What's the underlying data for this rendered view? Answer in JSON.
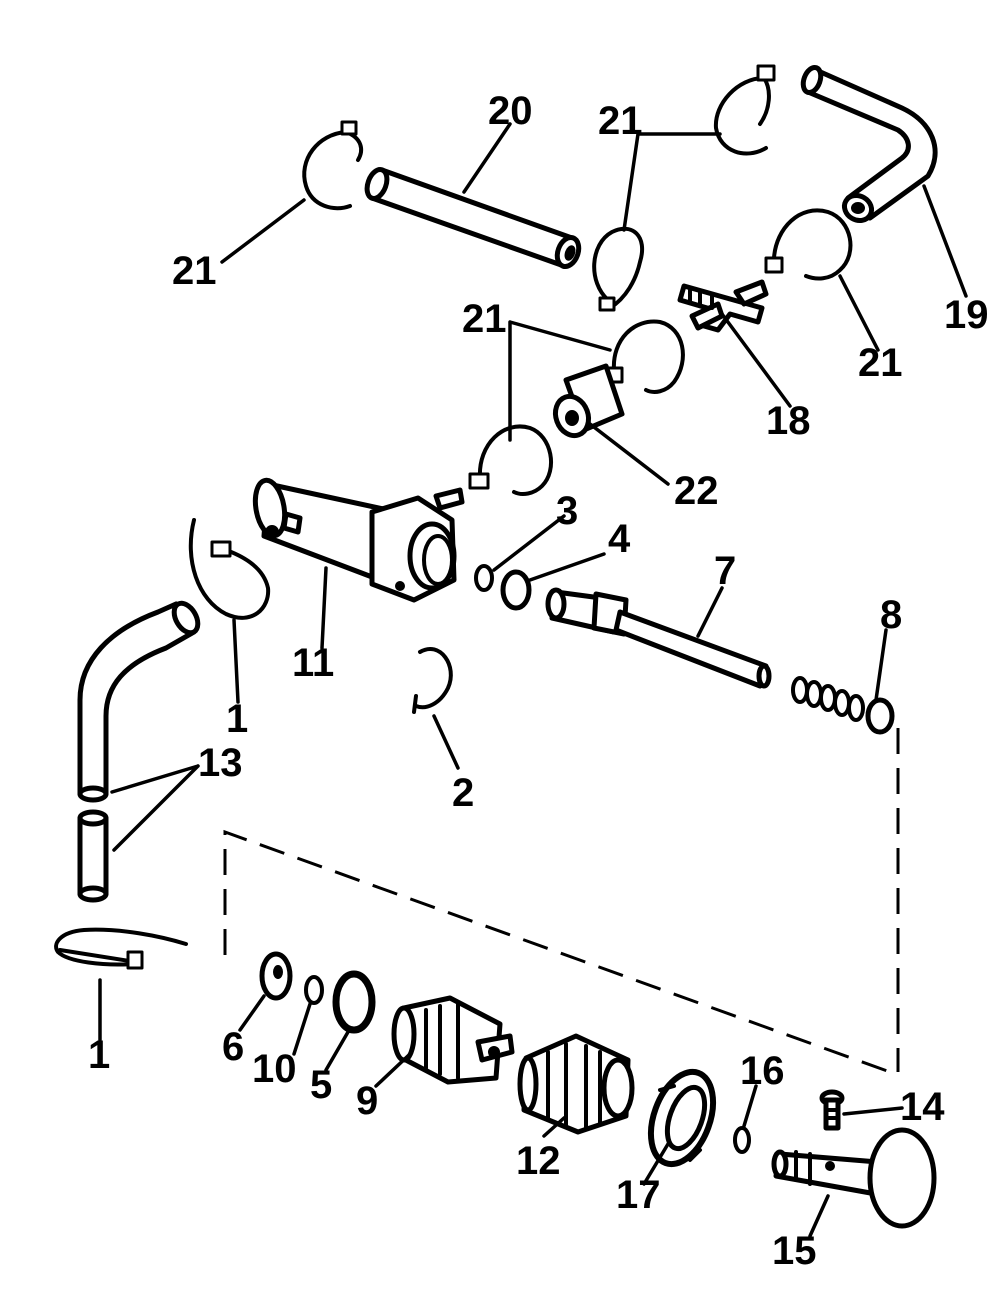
{
  "labels": {
    "l21a": "21",
    "l20": "20",
    "l21b": "21",
    "l19": "19",
    "l21c": "21",
    "l21d": "21",
    "l18": "18",
    "l22": "22",
    "l3": "3",
    "l4": "4",
    "l7": "7",
    "l8": "8",
    "l11": "11",
    "l1a": "1",
    "l13": "13",
    "l2": "2",
    "l1b": "1",
    "l6": "6",
    "l10": "10",
    "l5": "5",
    "l9": "9",
    "l12": "12",
    "l17": "17",
    "l16": "16",
    "l14": "14",
    "l15": "15"
  }
}
